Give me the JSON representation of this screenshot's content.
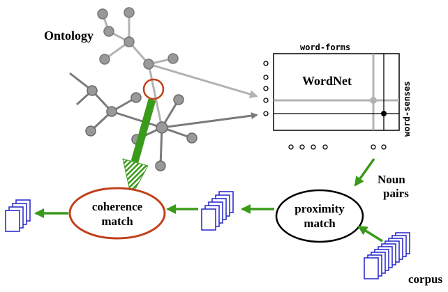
{
  "labels": {
    "ontology": "Ontology",
    "wordnet": "WordNet",
    "word_forms": "word-forms",
    "word_senses": "word-senses",
    "noun": "Noun",
    "pairs": "pairs",
    "proximity_line1": "proximity",
    "proximity_line2": "match",
    "coherence_line1": "coherence",
    "coherence_line2": "match",
    "corpus": "corpus"
  },
  "colors": {
    "green_arrow": "#3a9a1a",
    "red_ellipse": "#c0401a",
    "doc_blue": "#2222cc",
    "node_gray": "#999999",
    "edge_dark": "#7a7a7a",
    "edge_light": "#b3b3b3"
  }
}
